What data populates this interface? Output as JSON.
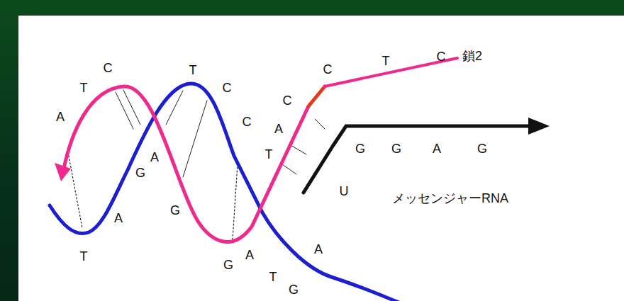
{
  "diagram": {
    "labels": [
      "A",
      "T",
      "C",
      "T",
      "C",
      "C",
      "G",
      "A",
      "G",
      "A",
      "T",
      "G",
      "A",
      "T",
      "G",
      "T",
      "A",
      "C",
      "C",
      "T",
      "C",
      "鎖2",
      "A",
      "U",
      "G",
      "G",
      "A",
      "G",
      "メッセンジャーRNA"
    ]
  }
}
